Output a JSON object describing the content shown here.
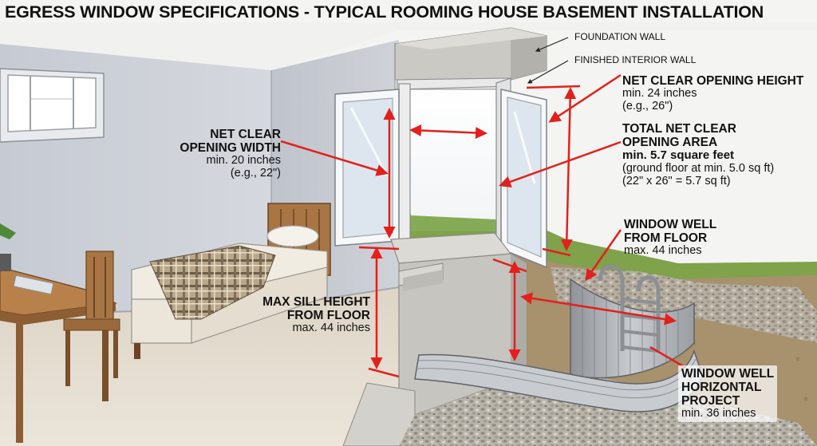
{
  "title": "EGRESS WINDOW SPECIFICATIONS - TYPICAL ROOMING HOUSE BASEMENT INSTALLATION",
  "callouts": {
    "foundation_wall": "FOUNDATION WALL",
    "finished_interior_wall": "FINISHED INTERIOR WALL",
    "net_clear_height": {
      "heading": "NET CLEAR OPENING HEIGHT",
      "lines": [
        "min. 24 inches",
        "(e.g., 26\")"
      ]
    },
    "total_area": {
      "heading_1": "TOTAL NET CLEAR",
      "heading_2": "OPENING AREA",
      "bold_line": "min. 5.7 square feet",
      "lines": [
        "(ground floor at min. 5.0 sq ft)",
        "(22\" x 26\" = 5.7 sq ft)"
      ]
    },
    "net_clear_width": {
      "heading_1": "NET CLEAR",
      "heading_2": "OPENING WIDTH",
      "lines": [
        "min. 20 inches",
        "(e.g., 22\")"
      ]
    },
    "window_well_from_floor": {
      "heading_1": "WINDOW WELL",
      "heading_2": "FROM FLOOR",
      "lines": [
        "max. 44 inches"
      ]
    },
    "max_sill_height": {
      "heading_1": "MAX SILL HEIGHT",
      "heading_2": "FROM FLOOR",
      "lines": [
        "max. 44 inches"
      ]
    },
    "well_horizontal_project": {
      "heading_1": "WINDOW WELL",
      "heading_2": "HORIZONTAL",
      "heading_3": "PROJECT",
      "lines": [
        "min. 36 inches"
      ]
    }
  },
  "colors": {
    "arrow": "#e3201b",
    "wall": "#c9ccd3",
    "concrete": "#c7c5c0",
    "floor": "#e4ddd0",
    "grass": "#7fa24b",
    "soil": "#a8916d"
  }
}
